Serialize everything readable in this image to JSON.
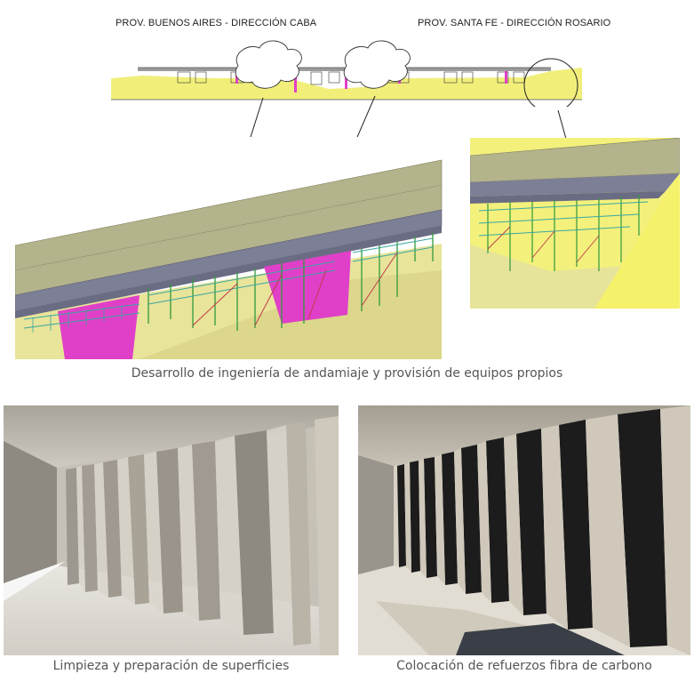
{
  "diagram": {
    "left_label": "PROV. BUENOS AIRES - DIRECCIÓN CABA",
    "right_label": "PROV. SANTA FE - DIRECCIÓN ROSARIO"
  },
  "captions": {
    "engineering": "Desarrollo de ingeniería de andamiaje y provisión de equipos propios",
    "cleaning": "Limpieza y preparación de superficies",
    "carbon": "Colocación de refuerzos fibra de carbono"
  },
  "colors": {
    "deck": "#b3b38c",
    "girder": "#7d7f97",
    "pier": "#e040c8",
    "ground": "#f1ef7a",
    "scaffold_green": "#2f9a3c",
    "scaffold_teal": "#3aa7a0",
    "concrete": "#b9b4aa",
    "carbon_fiber": "#1c1c1c"
  }
}
